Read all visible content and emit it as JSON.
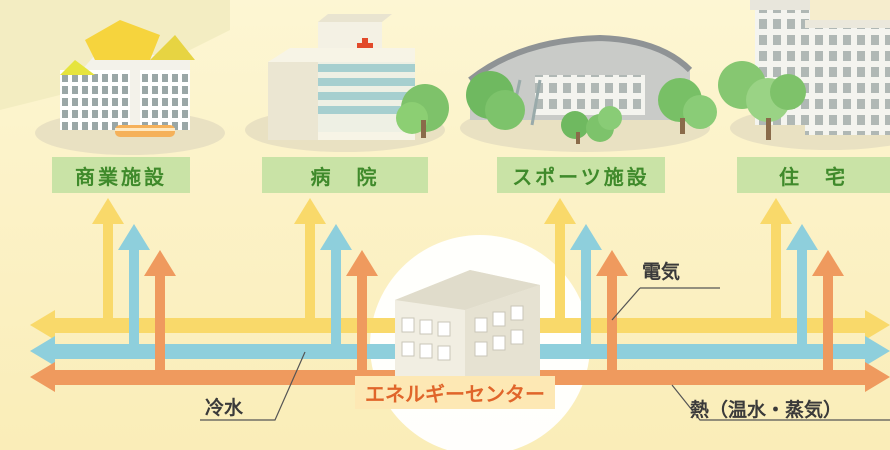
{
  "facilities": [
    {
      "label": "商業施設"
    },
    {
      "label": "病　院"
    },
    {
      "label": "スポーツ施設"
    },
    {
      "label": "住　宅"
    }
  ],
  "center": {
    "label": "エネルギーセンター"
  },
  "lines": {
    "electricity": "電気",
    "cold_water": "冷水",
    "heat": "熱（温水・蒸気）"
  },
  "colors": {
    "electricity": "#f9d96a",
    "cold_water": "#8ecfdc",
    "heat": "#ef9a5e",
    "label_bg": "#c9e3a6",
    "label_text": "#3f8a2b",
    "background": "#fbf0c0"
  }
}
